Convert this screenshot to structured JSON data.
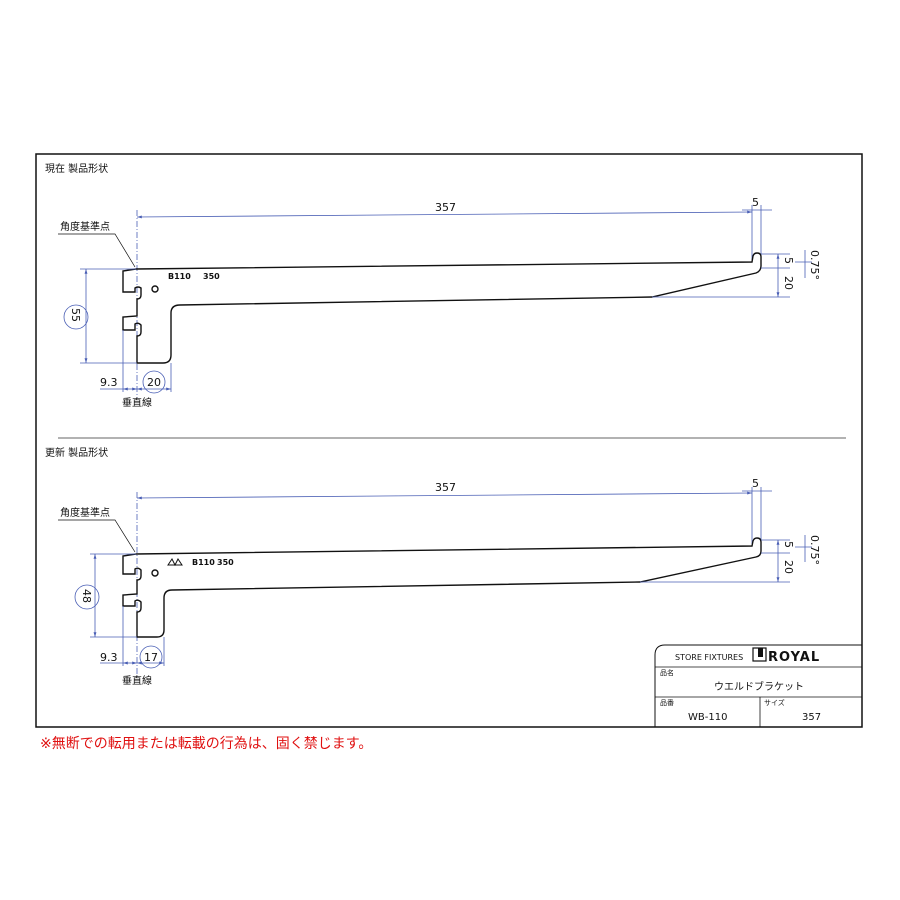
{
  "colors": {
    "dimension": "#4a5fb5",
    "warning": "#e01010"
  },
  "current": {
    "title": "現在 製品形状",
    "reference_point": "角度基準点",
    "vertical_line": "垂直線",
    "dims": {
      "length": "357",
      "lip": "5",
      "lip_height": "5",
      "taper": "20",
      "angle": "0.75°",
      "height": "55",
      "offset": "9.3",
      "width": "20"
    },
    "marking": {
      "code": "B110",
      "size": "350"
    }
  },
  "updated": {
    "title": "更新 製品形状",
    "reference_point": "角度基準点",
    "vertical_line": "垂直線",
    "dims": {
      "length": "357",
      "lip": "5",
      "lip_height": "5",
      "taper": "20",
      "angle": "0.75°",
      "height": "48",
      "offset": "9.3",
      "width": "17"
    },
    "marking": {
      "code": "B110",
      "size": "350"
    }
  },
  "title_block": {
    "company": "STORE FIXTURES",
    "brand": "ROYAL",
    "name_label": "品名",
    "name": "ウエルドブラケット",
    "number_label": "品番",
    "number": "WB-110",
    "size_label": "サイズ",
    "size": "357"
  },
  "warning": "※無断での転用または転載の行為は、固く禁じます。"
}
